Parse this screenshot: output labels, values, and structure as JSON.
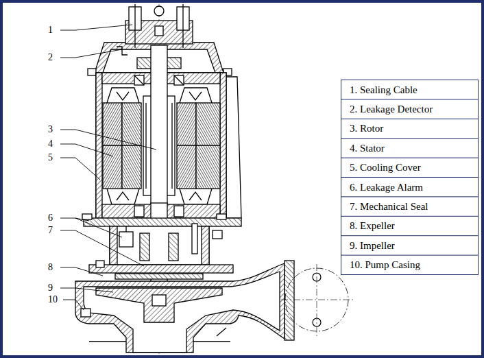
{
  "diagram": {
    "labels": [
      "1",
      "2",
      "3",
      "4",
      "5",
      "6",
      "7",
      "8",
      "9",
      "10",
      "1. Sealing Cable",
      "2. Leakage Detector",
      "3. Rotor",
      "4. Stator",
      "5. Cooling Cover",
      "6. Leakage Alarm",
      "7. Mechanical Seal",
      "8. Expeller",
      "9. Impeller",
      "10. Pump Casing"
    ]
  }
}
